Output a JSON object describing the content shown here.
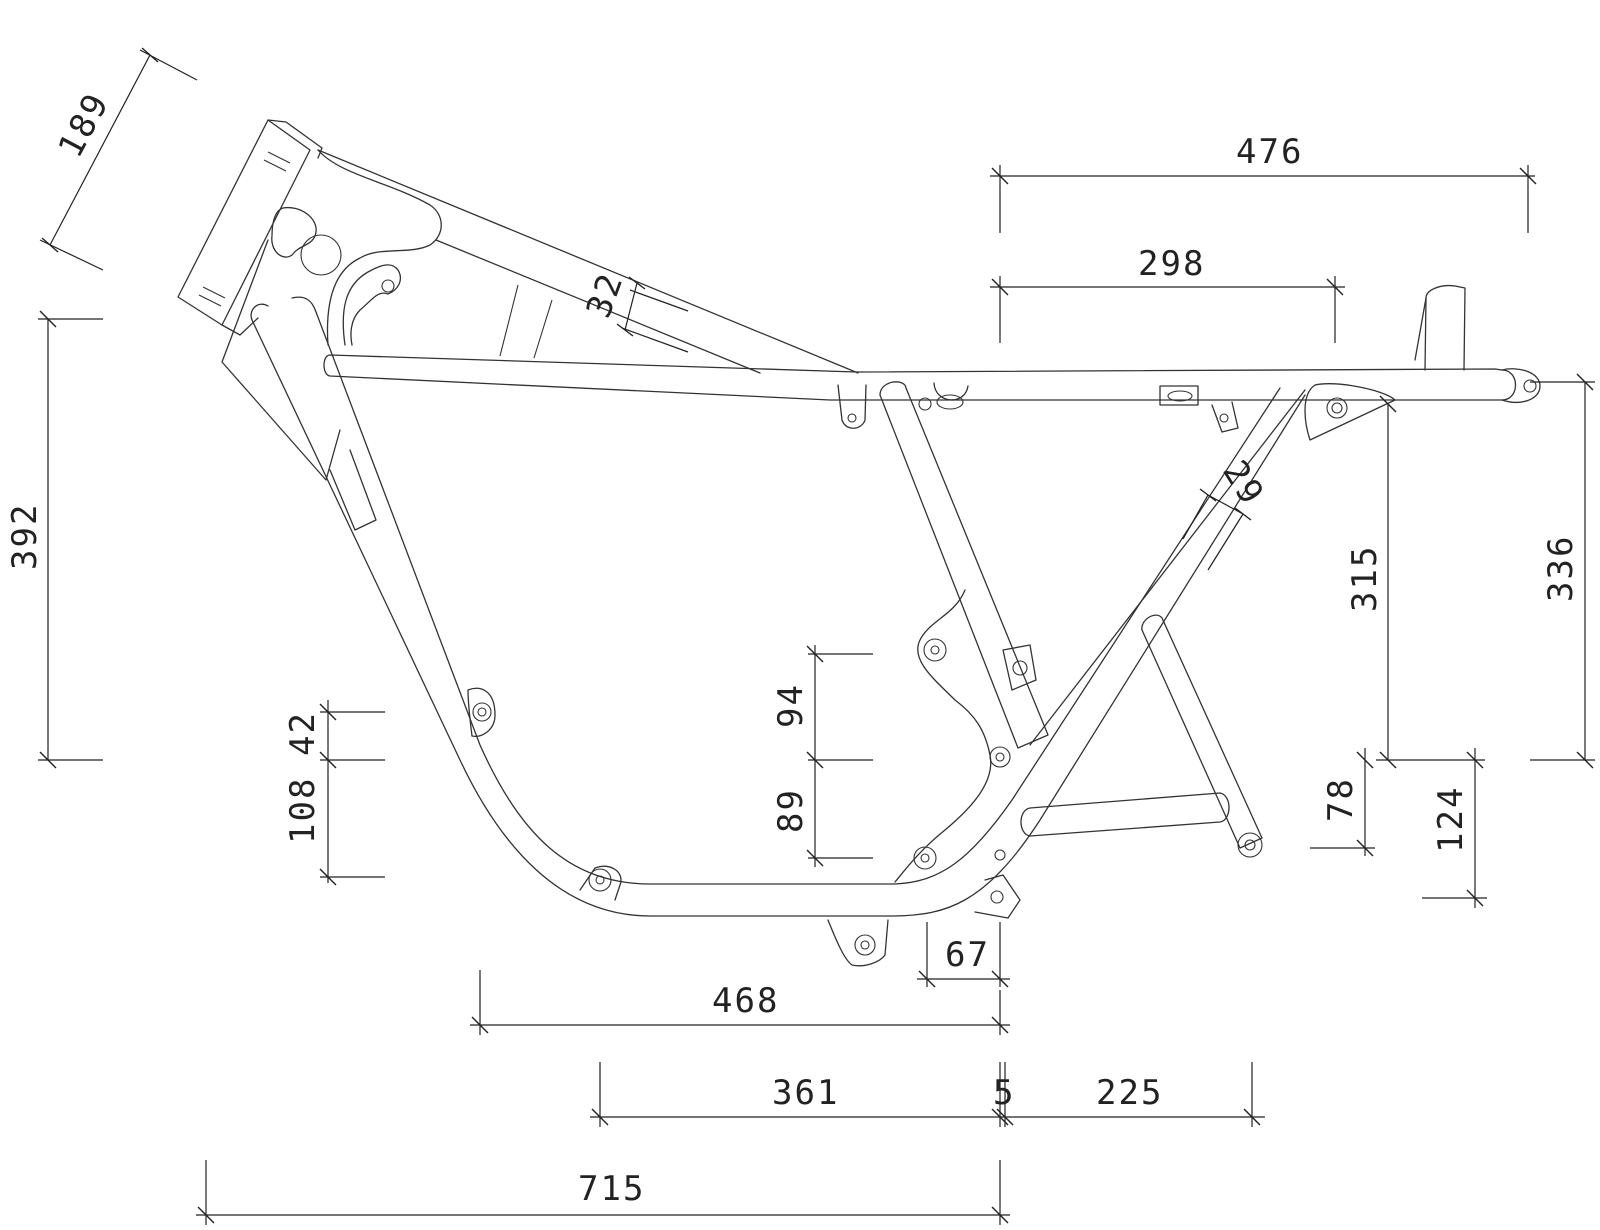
{
  "dimensions": {
    "head_tube_length": "189",
    "head_height": "392",
    "top_tube_depth": "32",
    "seat_rail_length": "476",
    "seat_rail_inner": "298",
    "rear_stay_tube": "29",
    "rear_mount_height": "315",
    "rear_total_height": "336",
    "lower_offset_a": "42",
    "lower_offset_b": "108",
    "engine_mount_upper": "94",
    "engine_mount_lower": "89",
    "rear_lower_a": "78",
    "rear_lower_b": "124",
    "pivot_offset": "67",
    "front_to_pivot": "468",
    "cradle_length": "361",
    "small_gap": "5",
    "swingarm_offset": "225",
    "overall_length": "715"
  }
}
